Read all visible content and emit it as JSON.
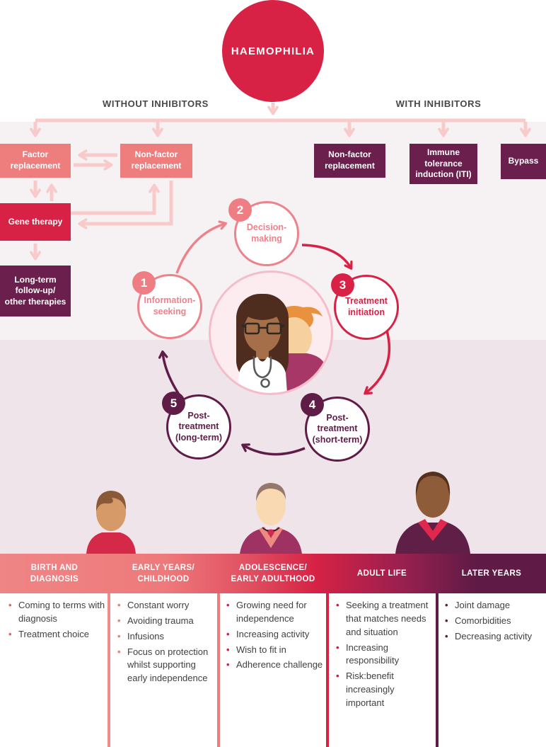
{
  "root": {
    "title": "HAEMOPHILIA"
  },
  "branches": {
    "left": "WITHOUT INHIBITORS",
    "right": "WITH INHIBITORS"
  },
  "boxes": {
    "without": [
      {
        "label": "Factor\nreplacement",
        "color": "#ee7d7e"
      },
      {
        "label": "Non-factor\nreplacement",
        "color": "#ee7d7e"
      },
      {
        "label": "Gene therapy",
        "color": "#d82245"
      },
      {
        "label": "Long-term\nfollow-up/\nother therapies",
        "color": "#6a1f4c"
      }
    ],
    "with": [
      {
        "label": "Non-factor\nreplacement",
        "color": "#6a1f4c"
      },
      {
        "label": "Immune\ntolerance\ninduction (ITI)",
        "color": "#6a1f4c"
      },
      {
        "label": "Bypass",
        "color": "#6a1f4c"
      }
    ]
  },
  "cycle": {
    "steps": [
      {
        "number": "1",
        "label": "Information-\nseeking",
        "color": "#ee828a"
      },
      {
        "number": "2",
        "label": "Decision-\nmaking",
        "color": "#ee828a"
      },
      {
        "number": "3",
        "label": "Treatment\ninitiation",
        "color": "#d82245"
      },
      {
        "number": "4",
        "label": "Post-\ntreatment\n(short-term)",
        "color": "#5f1c47"
      },
      {
        "number": "5",
        "label": "Post-\ntreatment\n(long-term)",
        "color": "#5f1c47"
      }
    ]
  },
  "illustrations": {
    "center": "clinician-and-child",
    "stage_figures": [
      "child",
      "young-adult",
      "older-adult"
    ]
  },
  "life_stages": [
    {
      "label": "BIRTH AND\nDIAGNOSIS",
      "items": [
        "Coming to terms with diagnosis",
        "Treatment choice"
      ]
    },
    {
      "label": "EARLY YEARS/\nCHILDHOOD",
      "items": [
        "Constant worry",
        "Avoiding trauma",
        "Infusions",
        "Focus on protection whilst supporting early independence"
      ]
    },
    {
      "label": "ADOLESCENCE/\nEARLY ADULTHOOD",
      "items": [
        "Growing need for independence",
        "Increasing activity",
        "Wish to fit in",
        "Adherence challenge"
      ]
    },
    {
      "label": "ADULT LIFE",
      "items": [
        "Seeking a treatment that matches needs and situation",
        "Increasing responsibility",
        "Risk:benefit increasingly important"
      ]
    },
    {
      "label": "LATER YEARS",
      "items": [
        "Joint damage",
        "Comorbidities",
        "Decreasing activity"
      ]
    }
  ],
  "colors": {
    "crimson": "#d82245",
    "salmon": "#ee7d7e",
    "plum": "#6a1f4c",
    "arrow_pink": "#f8caca",
    "band_gradient": [
      "#ef8585",
      "#d62145",
      "#5f1b46"
    ],
    "bg_mid": "#f6f2f4",
    "bg_low": "#efe4ea",
    "text_dark": "#414042"
  }
}
